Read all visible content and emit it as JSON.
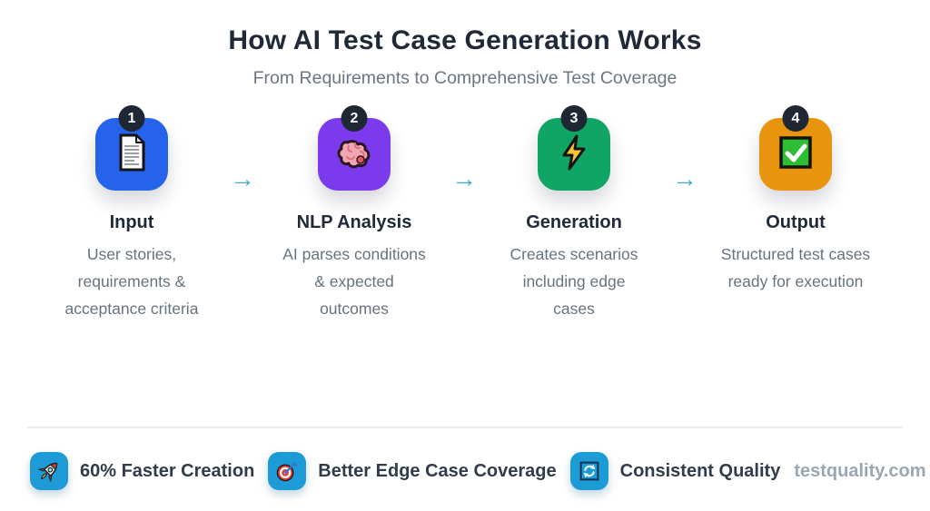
{
  "header": {
    "title": "How AI Test Case Generation Works",
    "subtitle": "From Requirements to Comprehensive Test Coverage"
  },
  "steps": [
    {
      "number": "1",
      "title": "Input",
      "description": "User stories,\nrequirements &\nacceptance criteria",
      "icon": "document-icon",
      "tile_color": "#2563EB"
    },
    {
      "number": "2",
      "title": "NLP Analysis",
      "description": "AI parses conditions\n& expected\noutcomes",
      "icon": "brain-icon",
      "tile_color": "#7C3AED"
    },
    {
      "number": "3",
      "title": "Generation",
      "description": "Creates scenarios\nincluding edge\ncases",
      "icon": "lightning-icon",
      "tile_color": "#10A564"
    },
    {
      "number": "4",
      "title": "Output",
      "description": "Structured test cases\nready for execution",
      "icon": "checkbox-icon",
      "tile_color": "#E8940F"
    }
  ],
  "arrow_glyph": "→",
  "footer": {
    "badges": [
      {
        "label": "60% Faster Creation",
        "icon": "rocket-icon"
      },
      {
        "label": "Better Edge Case Coverage",
        "icon": "target-icon"
      },
      {
        "label": "Consistent Quality",
        "icon": "sync-icon"
      }
    ],
    "website": "testquality.com"
  },
  "colors": {
    "badge_background": "#1F2733",
    "arrow": "#3FA9D0",
    "footer_tile": "#1D9BD6",
    "title_text": "#1F2937",
    "muted_text": "#66737F",
    "website_text": "#9AA7B3"
  }
}
